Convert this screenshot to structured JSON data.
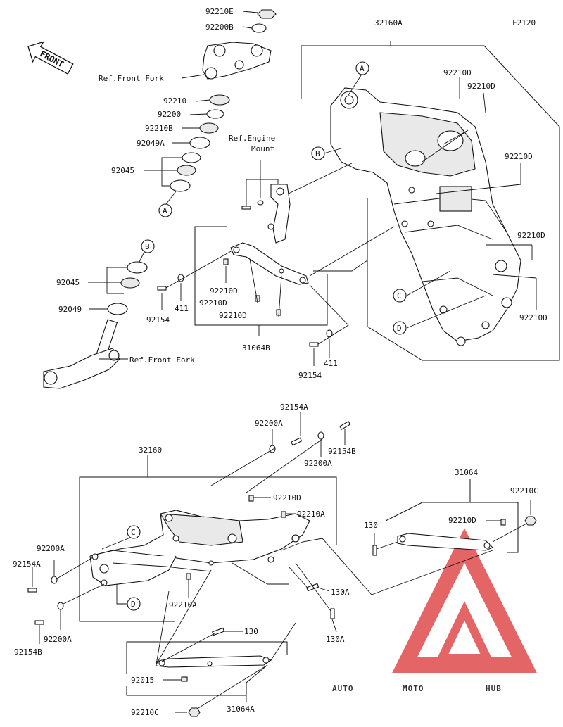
{
  "figure_code": "F2120",
  "front_label": "FRONT",
  "watermark": {
    "part1": "AUTO",
    "part2": "MOTO",
    "part3": "HUB",
    "color_orange": "#f5b54a",
    "color_red": "#e04b4b",
    "color_gray": "#7d7d7d"
  },
  "callout_letters": [
    "A",
    "B",
    "C",
    "D"
  ],
  "labels": {
    "steering": [
      "92210E",
      "92200B",
      "Ref.Front Fork",
      "92210",
      "92200",
      "92210B",
      "92049A",
      "92045",
      "92045",
      "92049",
      "Ref.Front Fork"
    ],
    "main_frame": [
      "32160A",
      "92210D",
      "92210D",
      "92210D",
      "92210D",
      "92210D"
    ],
    "engine_mount": [
      "Ref.Engine",
      "Mount",
      "92210D",
      "92210D",
      "92210D",
      "411",
      "92154",
      "92154",
      "411",
      "31064B"
    ],
    "rear_frame": [
      "92154A",
      "92200A",
      "92154B",
      "92200A",
      "32160",
      "92210D",
      "92210A",
      "92200A",
      "92154A",
      "92210A",
      "130A",
      "92154B",
      "92200A",
      "130A"
    ],
    "rear_bracket": [
      "31064",
      "92210C",
      "92210D",
      "130"
    ],
    "lower_bracket": [
      "130",
      "92015",
      "92210C",
      "31064A"
    ]
  }
}
